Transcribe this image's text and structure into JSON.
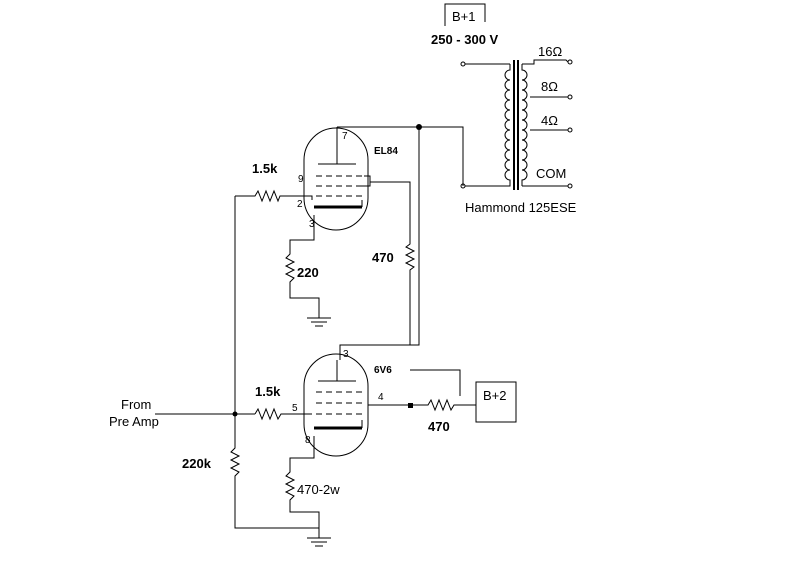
{
  "supply": {
    "b1_label": "B+1",
    "b1_voltage": "250 - 300 V",
    "b2_label": "B+2"
  },
  "transformer": {
    "name": "Hammond 125ESE",
    "taps": [
      "16Ω",
      "8Ω",
      "4Ω",
      "COM"
    ]
  },
  "output_tube": {
    "type": "EL84",
    "pins": {
      "plate": "7",
      "grid2": "9",
      "grid1": "2",
      "cathode": "3"
    },
    "grid_resistor": "1.5k",
    "cathode_resistor": "220",
    "screen_resistor": "470"
  },
  "driver_tube": {
    "type": "6V6",
    "pins": {
      "plate": "3",
      "grid1": "5",
      "screen": "4",
      "cathode": "8"
    },
    "grid_resistor": "1.5k",
    "cathode_resistor": "470-2w",
    "screen_resistor": "470"
  },
  "input": {
    "label_line1": "From",
    "label_line2": "Pre Amp",
    "grid_leak_resistor": "220k"
  }
}
